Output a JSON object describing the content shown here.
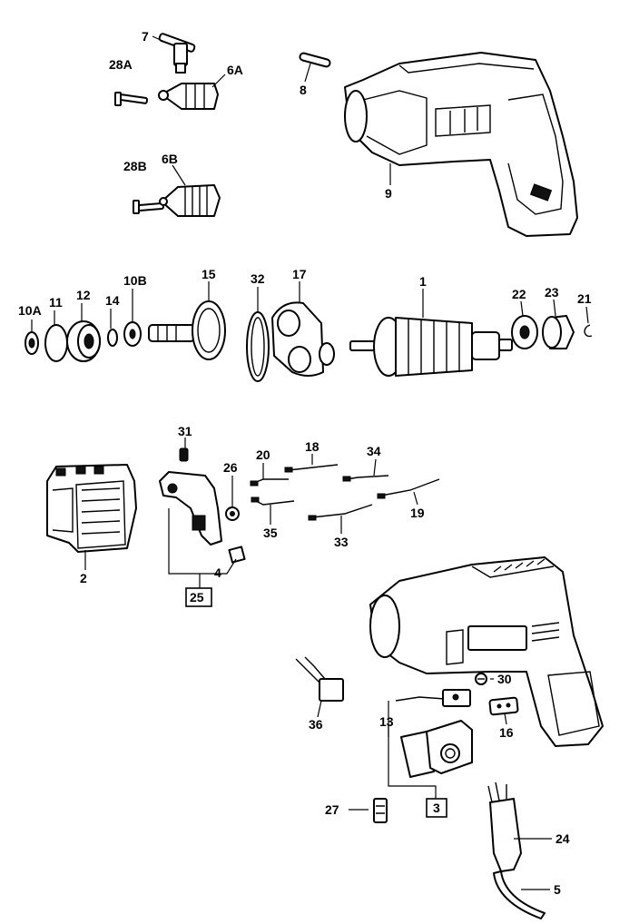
{
  "labels": {
    "p7": "7",
    "p28a": "28A",
    "p6a": "6A",
    "p8": "8",
    "p28b": "28B",
    "p6b": "6B",
    "p9": "9",
    "p10a": "10A",
    "p11": "11",
    "p12": "12",
    "p14": "14",
    "p10b": "10B",
    "p15": "15",
    "p32": "32",
    "p17": "17",
    "p1": "1",
    "p22": "22",
    "p23": "23",
    "p21": "21",
    "p31": "31",
    "p20": "20",
    "p18": "18",
    "p34": "34",
    "p26": "26",
    "p19": "19",
    "p35": "35",
    "p33": "33",
    "p2": "2",
    "p4": "4",
    "p25": "25",
    "p30": "30",
    "p13": "13",
    "p16": "16",
    "p36": "36",
    "p3": "3",
    "p27": "27",
    "p24": "24",
    "p5": "5"
  }
}
